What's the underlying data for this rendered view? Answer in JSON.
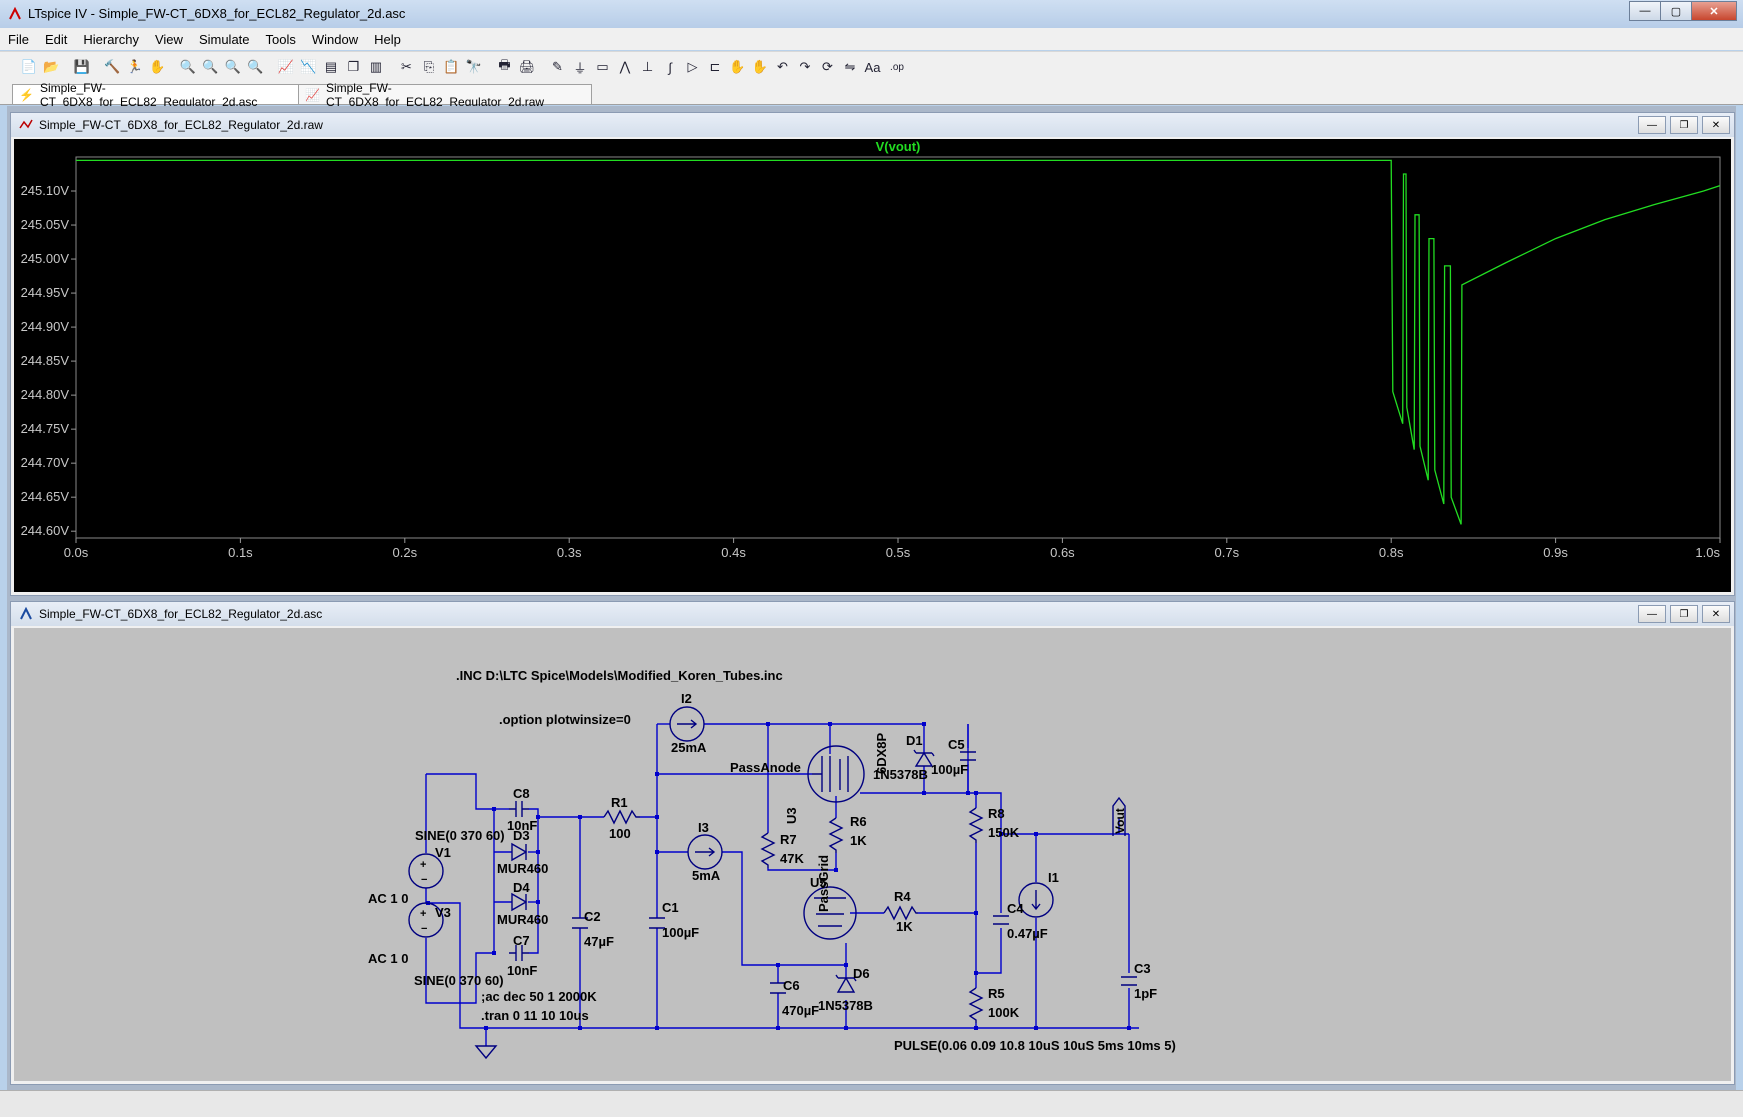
{
  "window": {
    "title": "LTspice IV - Simple_FW-CT_6DX8_for_ECL82_Regulator_2d.asc",
    "buttons": {
      "minimize": "—",
      "maximize": "▢",
      "close": "✕"
    }
  },
  "menu": [
    "File",
    "Edit",
    "Hierarchy",
    "View",
    "Simulate",
    "Tools",
    "Window",
    "Help"
  ],
  "toolbar": {
    "icons": [
      "new-schematic-icon",
      "open-icon",
      "save-icon",
      "control-panel-icon",
      "run-icon",
      "halt-icon",
      "zoom-in-icon",
      "zoom-pan-icon",
      "zoom-out-icon",
      "zoom-cancel-icon",
      "autorange-icon",
      "waveform-icon",
      "tile-horizontal-icon",
      "cascade-icon",
      "tile-vertical-icon",
      "cut-icon",
      "copy-icon",
      "paste-icon",
      "find-icon",
      "print-setup-icon",
      "print-icon",
      "wire-icon",
      "ground-icon",
      "label-icon",
      "resistor-icon",
      "capacitor-icon",
      "inductor-icon",
      "diode-icon",
      "component-icon",
      "move-icon",
      "drag-icon",
      "undo-icon",
      "redo-icon",
      "rotate-icon",
      "mirror-icon",
      "text-icon",
      "spice-directive-icon"
    ],
    "glyphs": [
      "📄",
      "📂",
      "💾",
      "🔨",
      "🏃",
      "✋",
      "🔍",
      "🔍",
      "🔍",
      "🔍",
      "📈",
      "📉",
      "▤",
      "❐",
      "▥",
      "✂",
      "⎘",
      "📋",
      "🔭",
      "🖶",
      "🖨",
      "✎",
      "⏚",
      "▭",
      "⋀",
      "⊥",
      "∫",
      "▷",
      "⊏",
      "✋",
      "✋",
      "↶",
      "↷",
      "⟳",
      "⇋",
      "Aa",
      ".op"
    ]
  },
  "tabs": [
    {
      "label": "Simple_FW-CT_6DX8_for_ECL82_Regulator_2d.asc",
      "active": true
    },
    {
      "label": "Simple_FW-CT_6DX8_for_ECL82_Regulator_2d.raw",
      "active": false
    }
  ],
  "plot_window": {
    "title": "Simple_FW-CT_6DX8_for_ECL82_Regulator_2d.raw"
  },
  "schematic_window": {
    "title": "Simple_FW-CT_6DX8_for_ECL82_Regulator_2d.asc"
  },
  "colors": {
    "trace": "#22dd22",
    "plot_bg": "#000000",
    "axis_text": "#c8c8c8",
    "wire": "#0000cc",
    "schematic_bg": "#c0c0c0"
  },
  "chart_data": {
    "type": "line",
    "title": "V(vout)",
    "series": [
      {
        "name": "V(vout)",
        "x": [
          0.0,
          0.7999,
          0.8,
          0.801,
          0.807,
          0.8075,
          0.809,
          0.8095,
          0.814,
          0.8145,
          0.817,
          0.8175,
          0.8225,
          0.823,
          0.826,
          0.8265,
          0.832,
          0.8325,
          0.836,
          0.8365,
          0.8425,
          0.843,
          0.87,
          0.9,
          0.93,
          0.96,
          0.99,
          1.0
        ],
        "y": [
          245.145,
          245.145,
          245.145,
          244.805,
          244.758,
          245.125,
          245.125,
          244.782,
          244.72,
          245.065,
          245.065,
          244.725,
          244.675,
          245.03,
          245.03,
          244.69,
          244.64,
          244.99,
          244.99,
          244.65,
          244.61,
          244.962,
          244.995,
          245.03,
          245.058,
          245.08,
          245.1,
          245.108
        ]
      }
    ],
    "x_ticks": [
      "0.0s",
      "0.1s",
      "0.2s",
      "0.3s",
      "0.4s",
      "0.5s",
      "0.6s",
      "0.7s",
      "0.8s",
      "0.9s",
      "1.0s"
    ],
    "y_ticks": [
      "245.10V",
      "245.05V",
      "245.00V",
      "244.95V",
      "244.90V",
      "244.85V",
      "244.80V",
      "244.75V",
      "244.70V",
      "244.65V",
      "244.60V"
    ],
    "xlim": [
      0,
      1.0
    ],
    "ylim": [
      244.59,
      245.15
    ],
    "grid": false,
    "legend": "top-center"
  },
  "schematic": {
    "labels": {
      "inc": ".INC D:\\LTC Spice\\Models\\Modified_Koren_Tubes.inc",
      "option": ".option plotwinsize=0",
      "ac": ";ac dec 50 1 2000K",
      "tran": ".tran 0 11 10 10us",
      "pulse": "PULSE(0.06 0.09 10.8 10uS 10uS 5ms 10ms 5)",
      "v1_spec": "SINE(0 370 60)",
      "v1": "V1",
      "v1_ac": "AC 1 0",
      "v3": "V3",
      "v3_ac": "AC 1 0",
      "v3_spec": "SINE(0 370 60)",
      "c8": "C8",
      "c8_val": "10nF",
      "d3": "D3",
      "d3_val": "MUR460",
      "d4": "D4",
      "d4_val": "MUR460",
      "c7": "C7",
      "c7_val": "10nF",
      "r1": "R1",
      "r1_val": "100",
      "c2": "C2",
      "c2_val": "47µF",
      "i2": "I2",
      "i2_val": "25mA",
      "i3": "I3",
      "i3_val": "5mA",
      "c1": "C1",
      "c1_val": "100µF",
      "passanode": "PassAnode",
      "u3": "U3",
      "u3_model": "6DX8P",
      "r7": "R7",
      "r7_val": "47K",
      "r6": "R6",
      "r6_val": "1K",
      "passgrid": "PassGrid",
      "u5": "U5",
      "r4": "R4",
      "r4_val": "1K",
      "c6": "C6",
      "c6_val": "470µF",
      "d6": "D6",
      "d6_val": "1N5378B",
      "d1": "D1",
      "d1_val": "1N5378B",
      "c5": "C5",
      "c5_val": "100µF",
      "r8": "R8",
      "r8_val": "150K",
      "c4": "C4",
      "c4_val": "0.47µF",
      "r5": "R5",
      "r5_val": "100K",
      "i1": "I1",
      "c3": "C3",
      "c3_val": "1pF",
      "vout": "Vout"
    }
  }
}
